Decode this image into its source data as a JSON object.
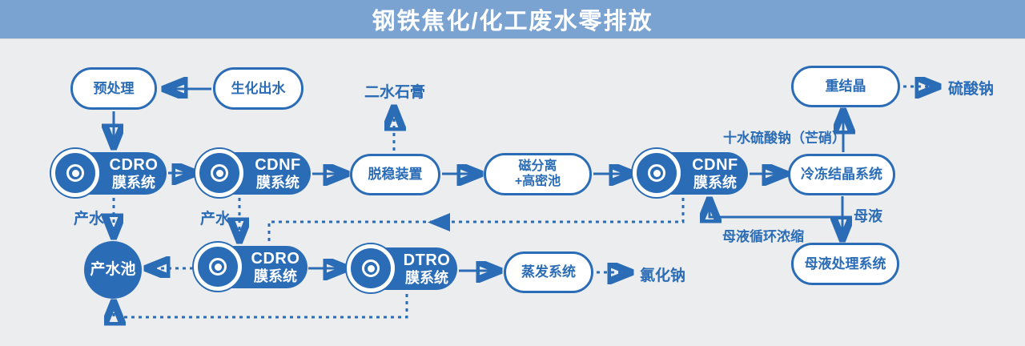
{
  "title": "钢铁焦化/化工废水零排放",
  "colors": {
    "accent": "#2b6cb6",
    "banner": "#7ba3d1",
    "background": "#ecedee"
  },
  "nodes": {
    "pretreatment": {
      "label": "预处理"
    },
    "biochem": {
      "label": "生化出水"
    },
    "recryst": {
      "label": "重结晶"
    },
    "cdro1": {
      "name": "CDRO",
      "sub": "膜系统"
    },
    "cdnf1": {
      "name": "CDNF",
      "sub": "膜系统"
    },
    "destab": {
      "label": "脱稳装置"
    },
    "magsep": {
      "line1": "磁分离",
      "line2": "+高密池"
    },
    "cdnf2": {
      "name": "CDNF",
      "sub": "膜系统"
    },
    "freeze": {
      "label": "冷冻结晶系统"
    },
    "pool": {
      "label": "产水池"
    },
    "cdro2": {
      "name": "CDRO",
      "sub": "膜系统"
    },
    "dtro": {
      "name": "DTRO",
      "sub": "膜系统"
    },
    "evap": {
      "label": "蒸发系统"
    },
    "mlsys": {
      "label": "母液处理系统"
    }
  },
  "labels": {
    "gypsum": "二水石膏",
    "sodium_sulfate": "硫酸钠",
    "glauber_salt": "十水硫酸钠（芒硝）",
    "mother_liquor": "母液",
    "ml_recycle": "母液循环浓缩",
    "product_water_1": "产水",
    "product_water_2": "产水",
    "sodium_chloride": "氯化钠"
  }
}
